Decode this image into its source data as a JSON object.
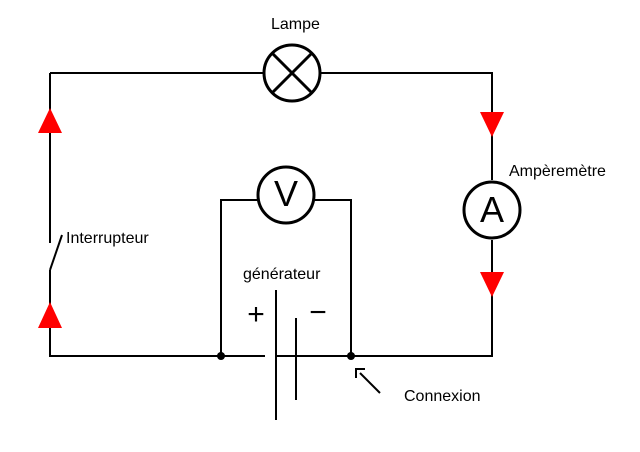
{
  "labels": {
    "lampe": "Lampe",
    "amperemetre": "Ampèremètre",
    "interrupteur": "Interrupteur",
    "generateur": "générateur",
    "connexion": "Connexion"
  },
  "symbols": {
    "voltmeter": "V",
    "ammeter": "A",
    "plus": "+",
    "minus": "−"
  },
  "colors": {
    "wire": "#000000",
    "arrow": "#ff0000"
  }
}
